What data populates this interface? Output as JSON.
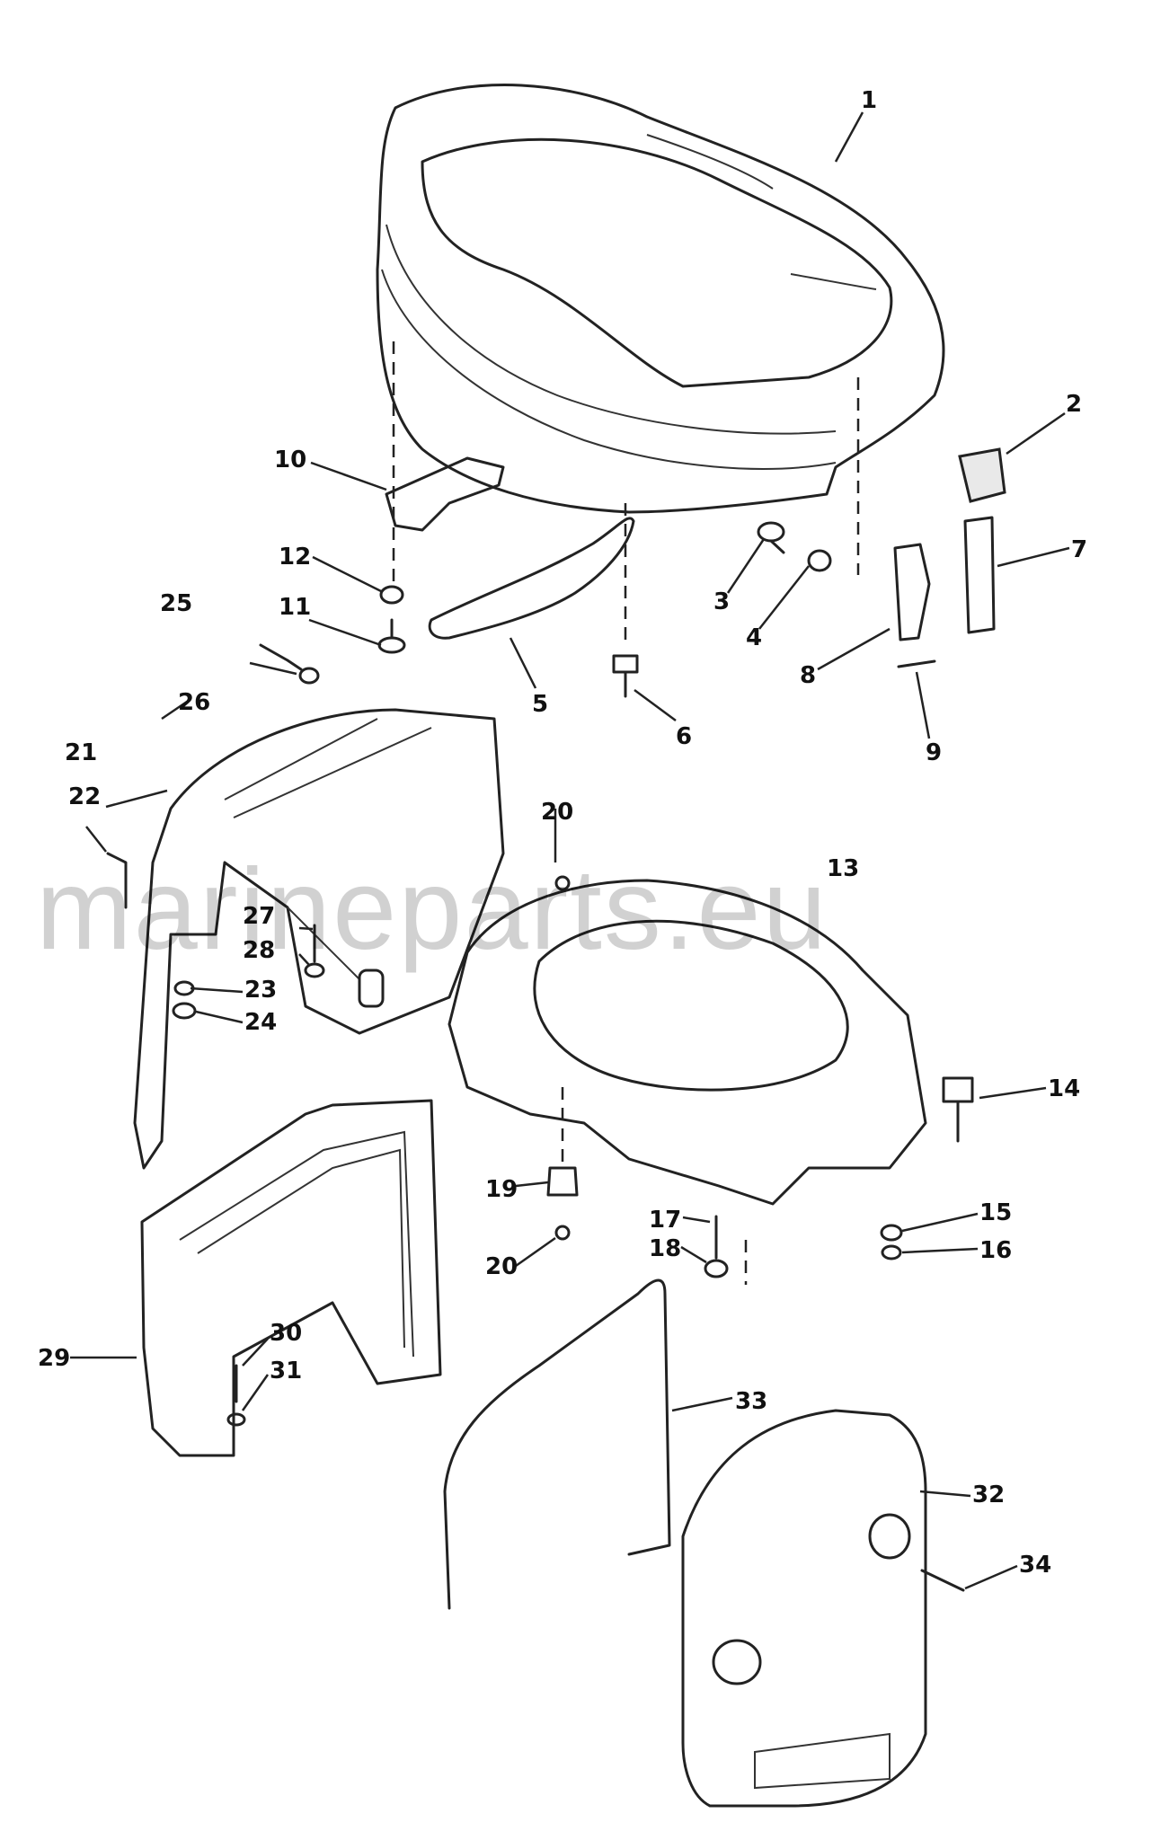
{
  "watermark": "marineparts.eu",
  "callouts": [
    {
      "id": "1",
      "label": "1"
    },
    {
      "id": "2",
      "label": "2"
    },
    {
      "id": "3",
      "label": "3"
    },
    {
      "id": "4",
      "label": "4"
    },
    {
      "id": "5",
      "label": "5"
    },
    {
      "id": "6",
      "label": "6"
    },
    {
      "id": "7",
      "label": "7"
    },
    {
      "id": "8",
      "label": "8"
    },
    {
      "id": "9",
      "label": "9"
    },
    {
      "id": "10",
      "label": "10"
    },
    {
      "id": "11",
      "label": "11"
    },
    {
      "id": "12",
      "label": "12"
    },
    {
      "id": "13",
      "label": "13"
    },
    {
      "id": "14",
      "label": "14"
    },
    {
      "id": "15",
      "label": "15"
    },
    {
      "id": "16",
      "label": "16"
    },
    {
      "id": "17",
      "label": "17"
    },
    {
      "id": "18",
      "label": "18"
    },
    {
      "id": "19",
      "label": "19"
    },
    {
      "id": "20a",
      "label": "20"
    },
    {
      "id": "20b",
      "label": "20"
    },
    {
      "id": "21",
      "label": "21"
    },
    {
      "id": "22",
      "label": "22"
    },
    {
      "id": "23",
      "label": "23"
    },
    {
      "id": "24",
      "label": "24"
    },
    {
      "id": "25",
      "label": "25"
    },
    {
      "id": "26",
      "label": "26"
    },
    {
      "id": "27",
      "label": "27"
    },
    {
      "id": "28",
      "label": "28"
    },
    {
      "id": "29",
      "label": "29"
    },
    {
      "id": "30",
      "label": "30"
    },
    {
      "id": "31",
      "label": "31"
    },
    {
      "id": "32",
      "label": "32"
    },
    {
      "id": "33",
      "label": "33"
    },
    {
      "id": "34",
      "label": "34"
    }
  ]
}
